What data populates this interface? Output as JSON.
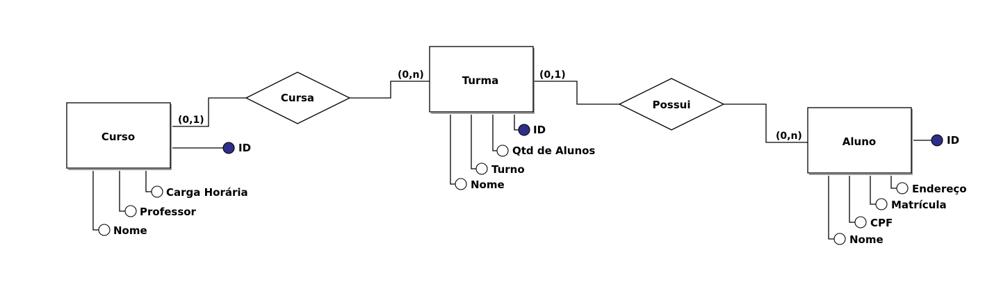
{
  "entities": {
    "curso": {
      "name": "Curso",
      "key": "ID",
      "attributes": [
        "Carga Horária",
        "Professor",
        "Nome"
      ]
    },
    "turma": {
      "name": "Turma",
      "key": "ID",
      "attributes": [
        "Qtd de Alunos",
        "Turno",
        "Nome"
      ]
    },
    "aluno": {
      "name": "Aluno",
      "key": "ID",
      "attributes": [
        "Endereço",
        "Matrícula",
        "CPF",
        "Nome"
      ]
    }
  },
  "relationships": {
    "cursa": {
      "name": "Cursa",
      "card_left": "(0,1)",
      "card_right": "(0,n)"
    },
    "possui": {
      "name": "Possui",
      "card_left": "(0,1)",
      "card_right": "(0,n)"
    }
  },
  "colors": {
    "key_attribute": "#2e2e8a",
    "line": "#000000",
    "shadow": "#7a7a7a"
  }
}
